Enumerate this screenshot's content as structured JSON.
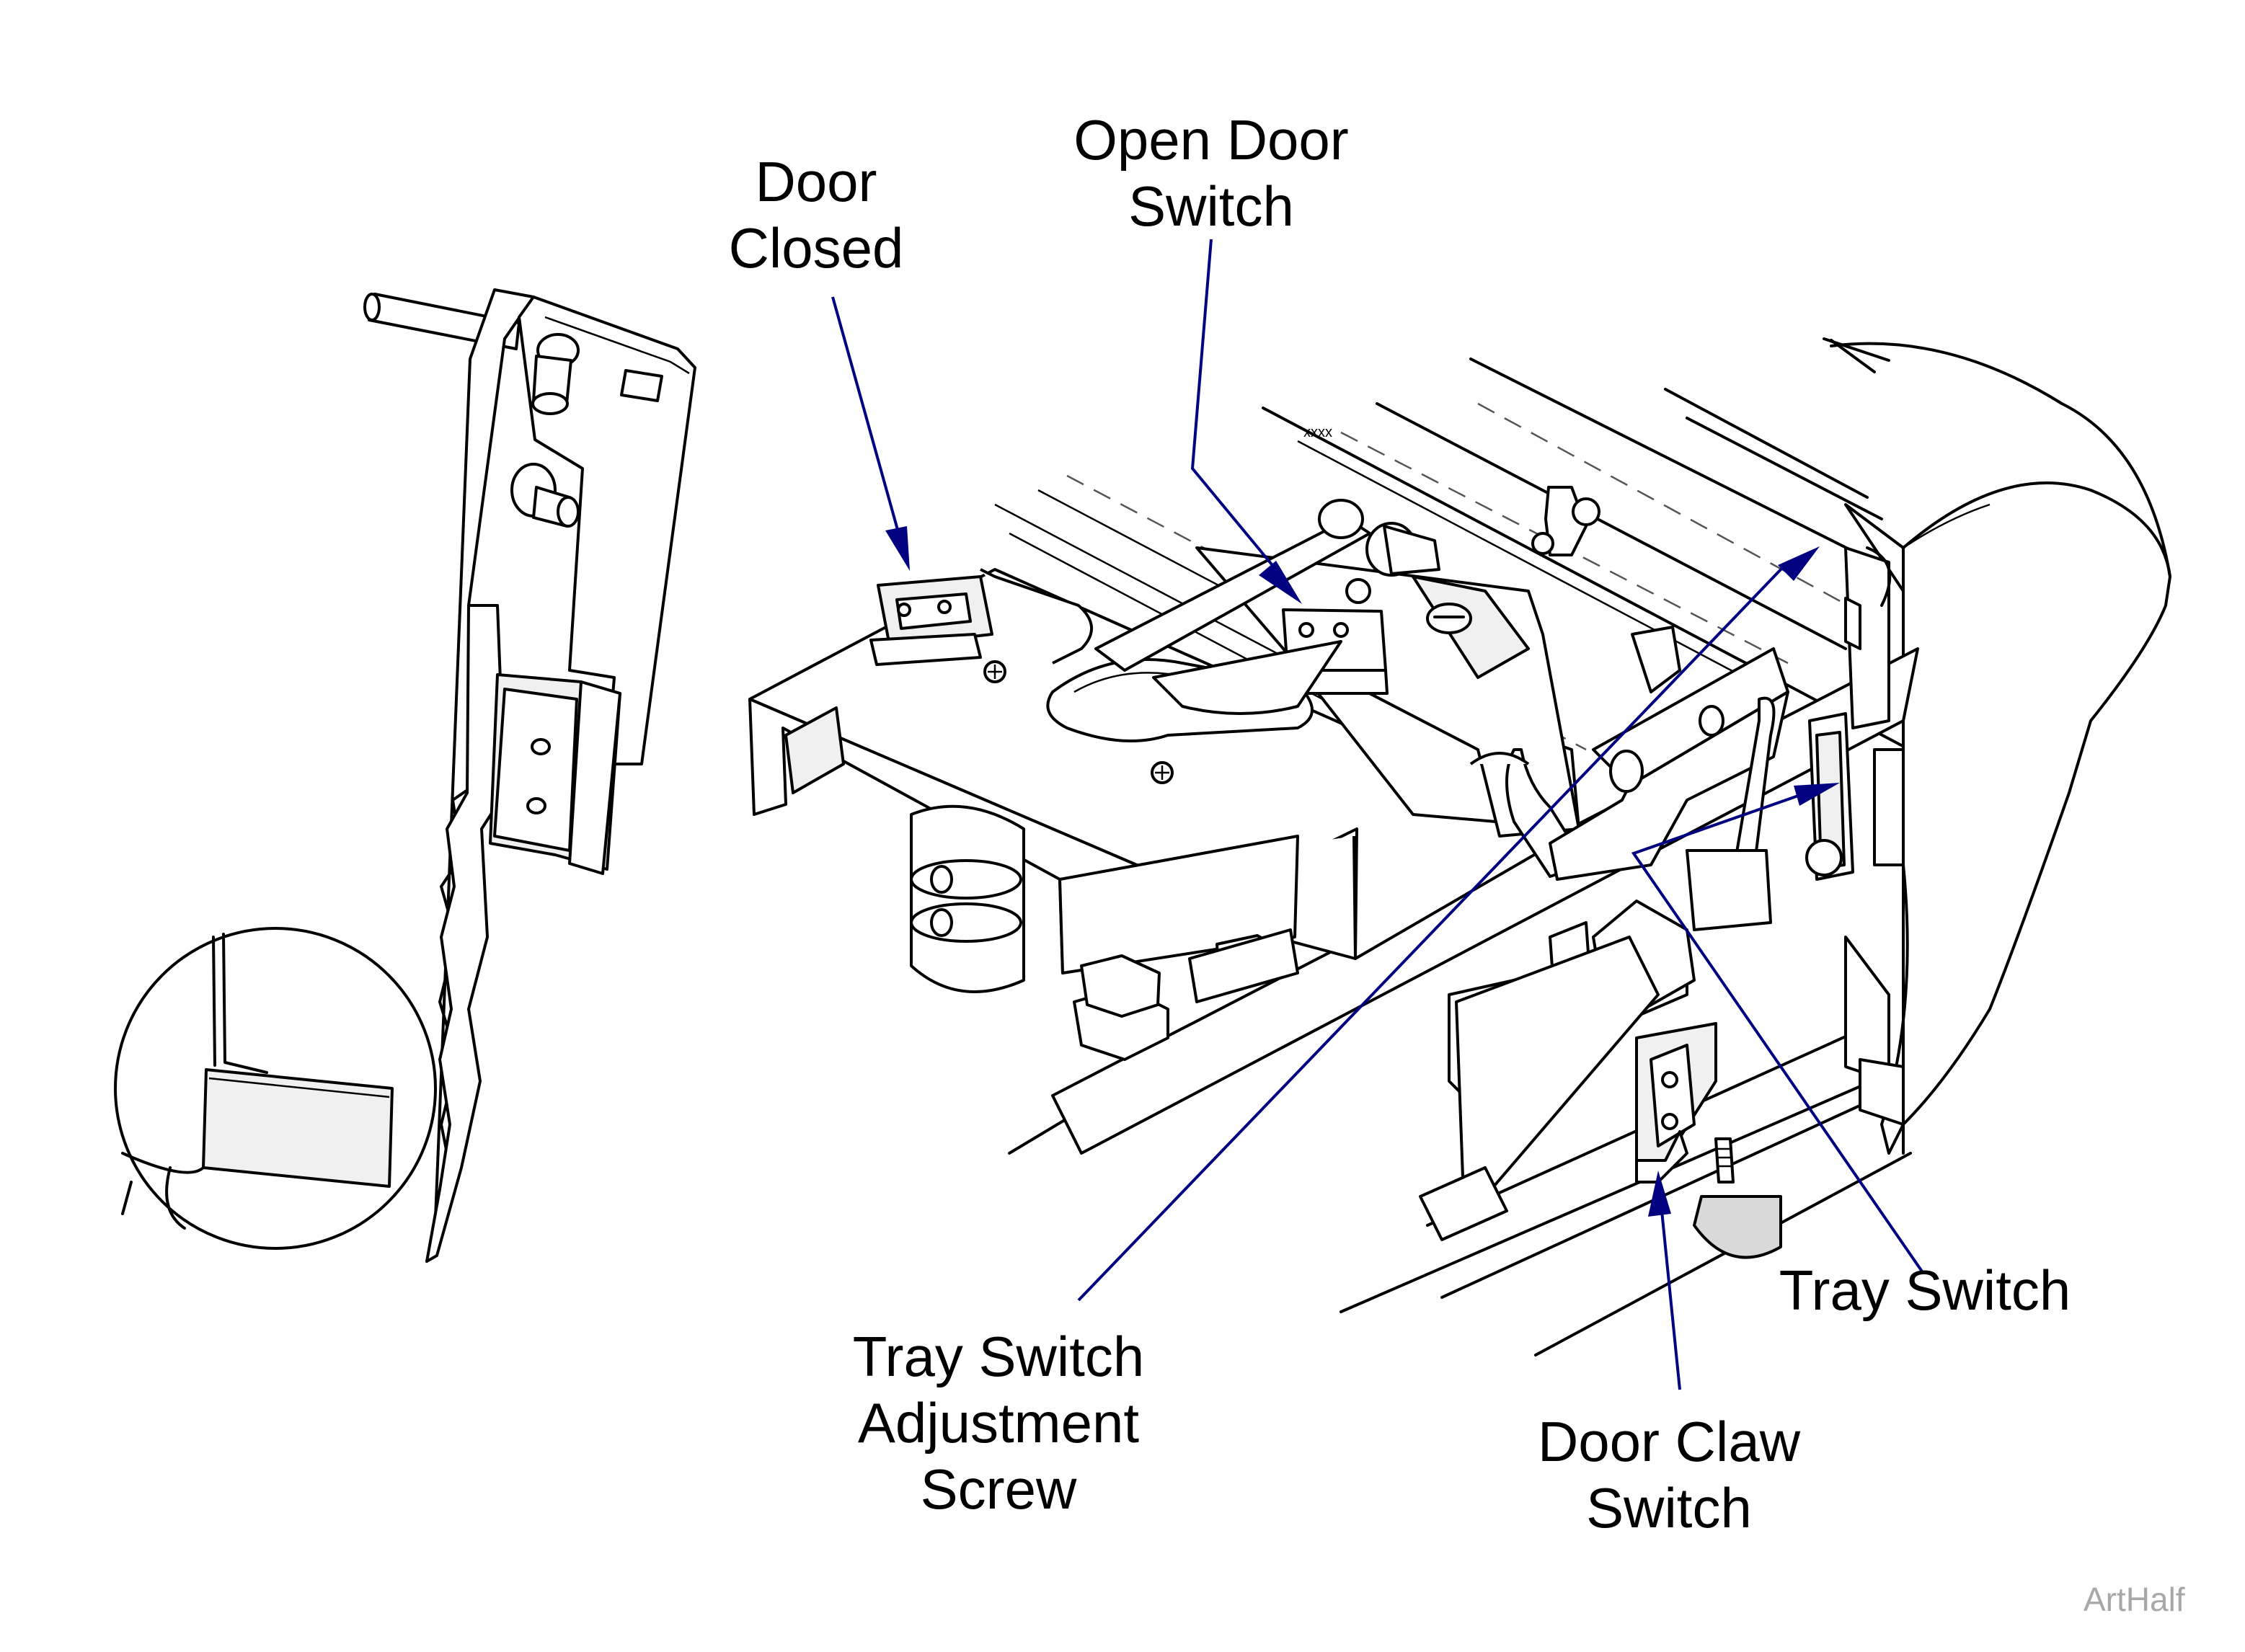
{
  "labels": {
    "door_closed": [
      "Door",
      "Closed"
    ],
    "open_door_switch": [
      "Open Door",
      "Switch"
    ],
    "tray_switch_adjustment_screw": [
      "Tray Switch",
      "Adjustment",
      "Screw"
    ],
    "tray_switch": "Tray Switch",
    "door_claw_switch": [
      "Door Claw",
      "Switch"
    ]
  },
  "watermark": "ArtHalf",
  "colors": {
    "leader": "#000080",
    "line_art": "#000000",
    "background": "#ffffff",
    "watermark": "#a8a8a8"
  }
}
